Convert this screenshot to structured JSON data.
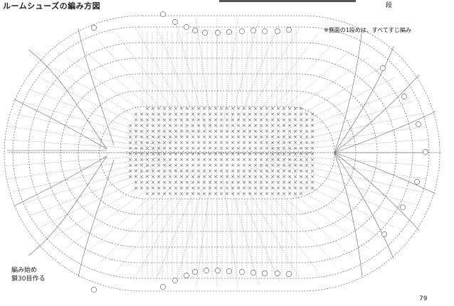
{
  "header": {
    "title": "ルームシューズの編み方図",
    "right_mark": "段"
  },
  "annotations": {
    "side_note": "※側面の1段めは、すべてすじ編み",
    "start_line1": "編み始め",
    "start_line2": "鎖30目作る"
  },
  "footer": {
    "page_number": "79"
  },
  "colors": {
    "ink": "#444444",
    "grid": "#6a6a6a",
    "background": "#ffffff"
  },
  "stitch_symbol": "×"
}
